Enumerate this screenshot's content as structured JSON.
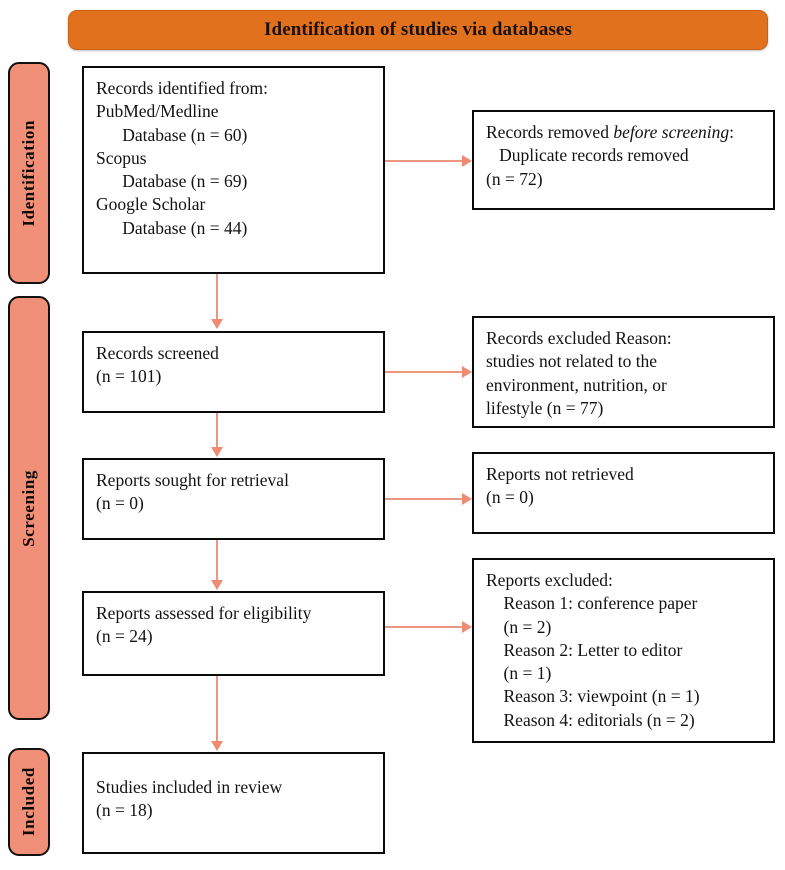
{
  "banner": {
    "title": "Identification of studies via databases",
    "color": "#E2711D"
  },
  "stages": [
    {
      "label": "Identification",
      "color": "#F09078"
    },
    {
      "label": "Screening",
      "color": "#F09078"
    },
    {
      "label": "Included",
      "color": "#F09078"
    }
  ],
  "boxes": {
    "records_identified": {
      "lines": [
        "Records identified from:",
        "PubMed/Medline",
        "      Database (n = 60)",
        "Scopus",
        "      Database (n = 69)",
        "Google Scholar",
        "      Database (n = 44)"
      ]
    },
    "records_removed": {
      "line1_prefix": "Records removed ",
      "line1_italic": "before screening",
      "line1_suffix": ":",
      "lines_rest": [
        "   Duplicate records removed",
        "(n = 72)"
      ]
    },
    "records_screened": {
      "lines": [
        "Records screened",
        "(n = 101)"
      ]
    },
    "records_excluded": {
      "lines": [
        "Records excluded Reason:",
        "studies not related to the",
        "environment, nutrition, or",
        "lifestyle (n = 77)"
      ]
    },
    "reports_sought": {
      "lines": [
        "Reports sought for retrieval",
        "(n = 0)"
      ]
    },
    "reports_not_retrieved": {
      "lines": [
        "Reports not retrieved",
        "(n = 0)"
      ]
    },
    "reports_assessed": {
      "lines": [
        "Reports assessed for eligibility",
        "(n = 24)"
      ]
    },
    "reports_excluded": {
      "lines": [
        "Reports excluded:",
        "    Reason 1: conference paper",
        "    (n = 2)",
        "    Reason 2: Letter to editor",
        "    (n = 1)",
        "    Reason 3: viewpoint (n = 1)",
        "    Reason 4: editorials (n = 2)"
      ]
    },
    "studies_included": {
      "lines": [
        "Studies included in review",
        "(n = 18)"
      ]
    }
  },
  "arrow_color": "#EE9580"
}
